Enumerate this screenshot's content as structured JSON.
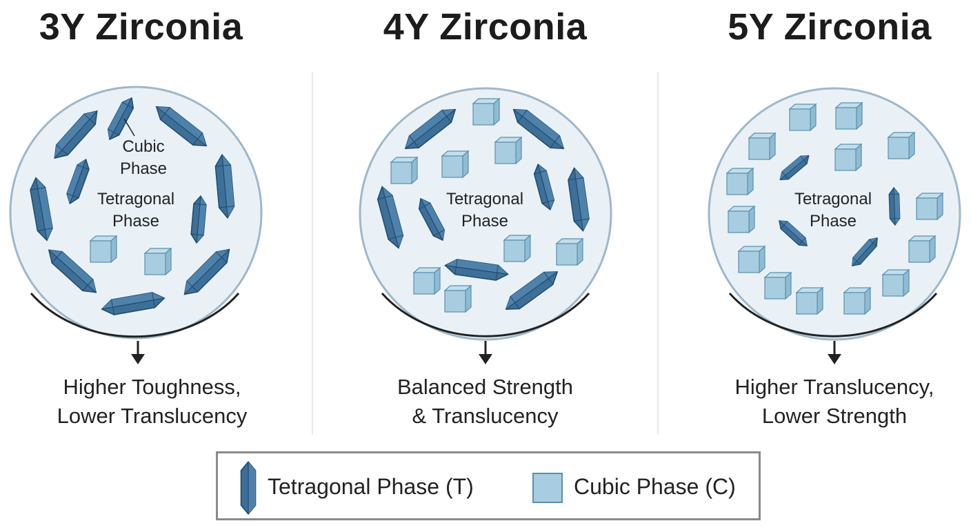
{
  "panels": [
    {
      "title": "3Y Zirconia",
      "inner_labels": [
        "Tetragonal",
        "Phase"
      ],
      "callout_label": [
        "Cubic",
        "Phase"
      ],
      "caption": [
        "Higher Toughness,",
        "Lower Translucency"
      ]
    },
    {
      "title": "4Y Zirconia",
      "inner_labels": [
        "Tetragonal",
        "Phase"
      ],
      "caption": [
        "Balanced Strength",
        "& Translucency"
      ]
    },
    {
      "title": "5Y Zirconia",
      "inner_labels": [
        "Tetragonal",
        "Phase"
      ],
      "caption": [
        "Higher Translucency,",
        "Lower Strength"
      ]
    }
  ],
  "legend": {
    "tetragonal": "Tetragonal Phase (T)",
    "cubic": "Cubic Phase (C)"
  },
  "colors": {
    "circle_fill": "#e9f1f7",
    "circle_stroke": "#9fb7c9",
    "tetragonal_fill": "#3d6f99",
    "tetragonal_dark": "#244f73",
    "cubic_fill": "#a8cde0",
    "cubic_stroke": "#5b8fad"
  },
  "icons": [
    "tetragonal-crystal-icon",
    "cubic-crystal-icon",
    "arrow-down-icon"
  ]
}
